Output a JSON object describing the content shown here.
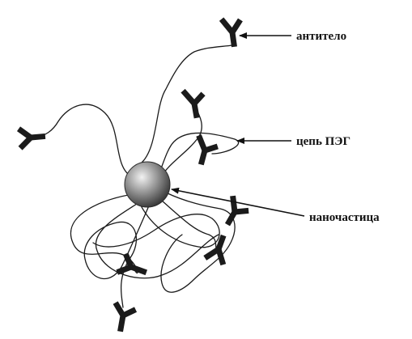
{
  "labels": {
    "antibody": "антитело",
    "peg_chain": "цепь ПЭГ",
    "nanoparticle": "наночастица"
  },
  "colors": {
    "ink": "#1b1b1b",
    "background": "#ffffff",
    "particle_light": "#e6e6e6",
    "particle_dark": "#3a3a3a"
  }
}
